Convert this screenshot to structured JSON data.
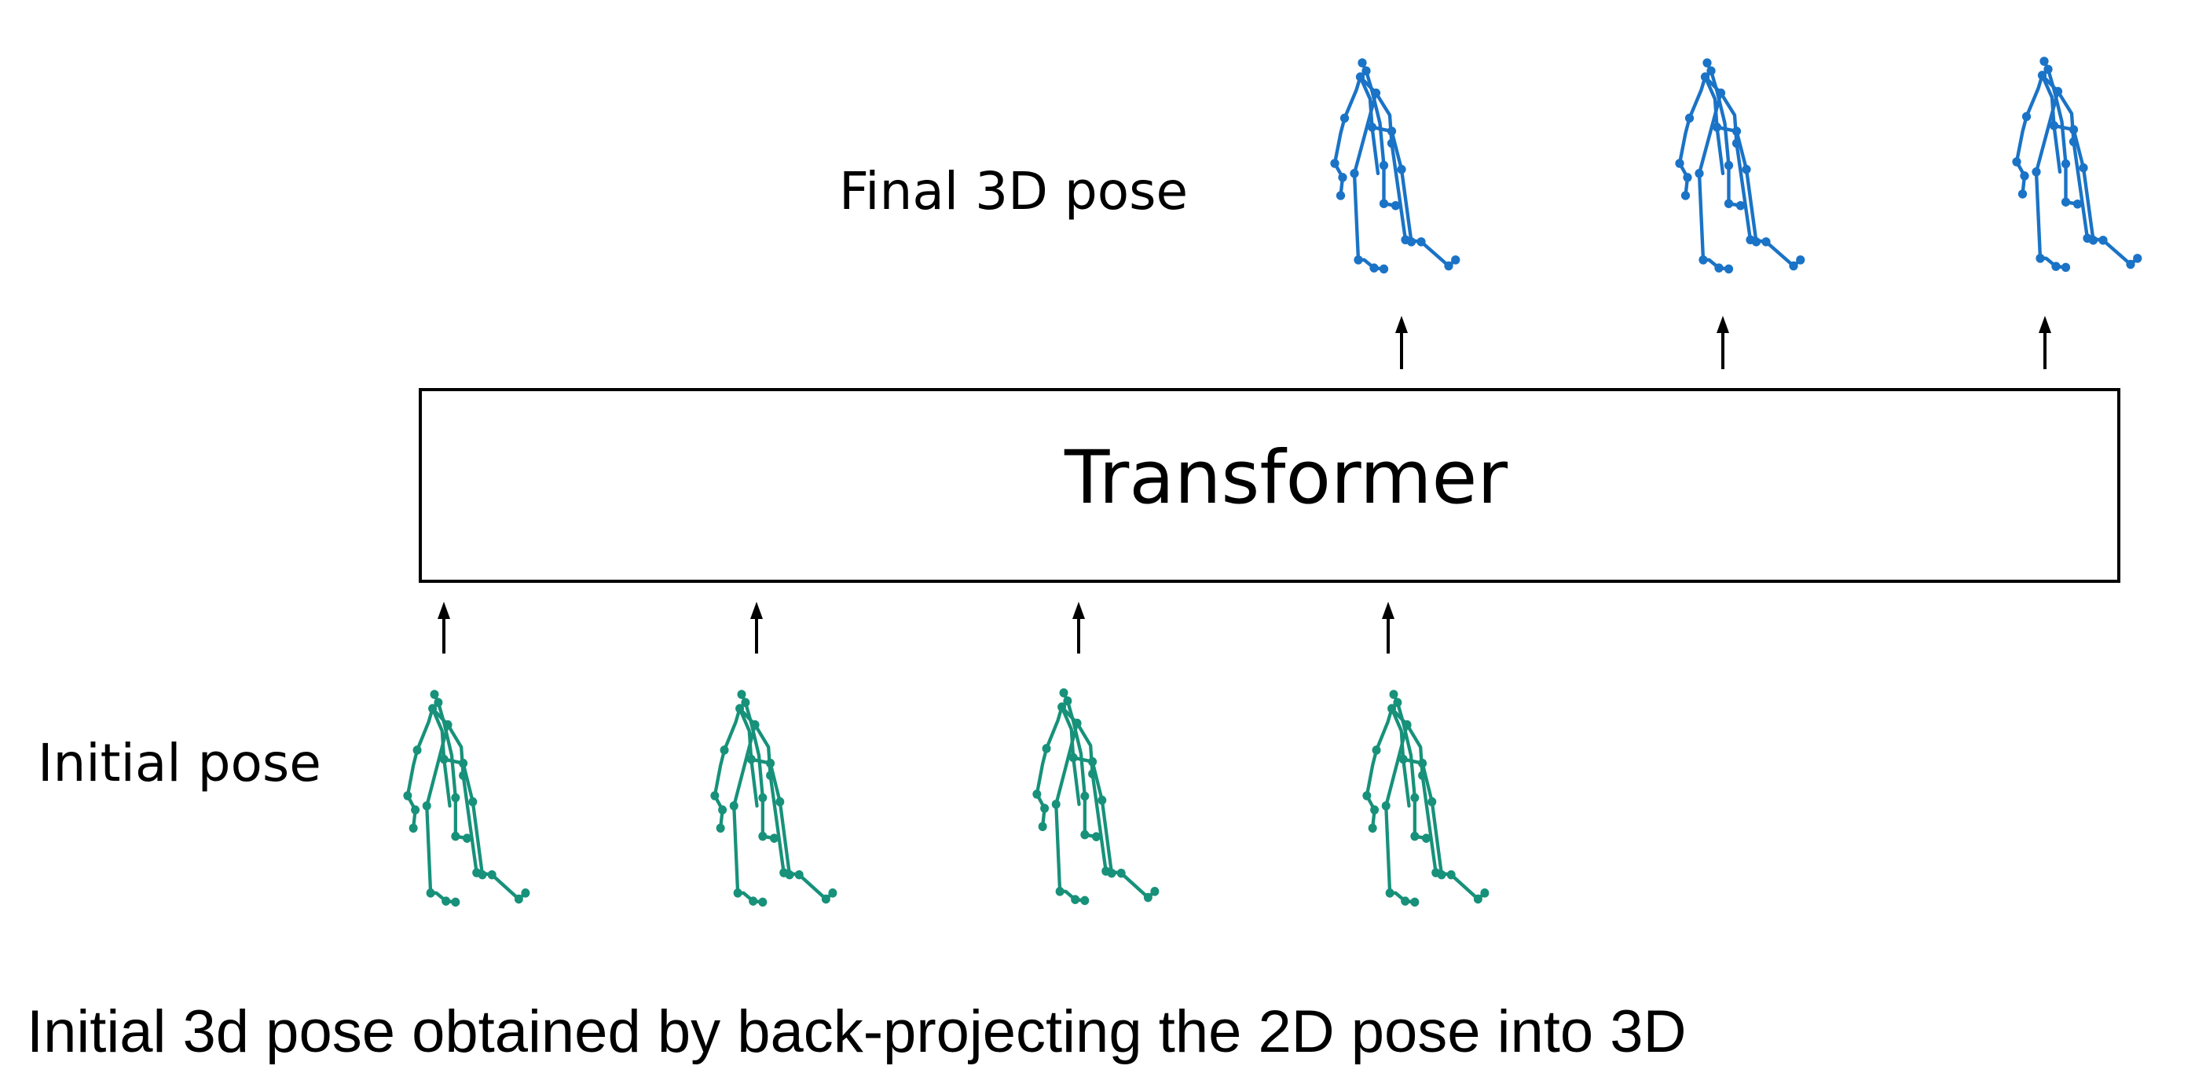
{
  "labels": {
    "final_pose": "Final 3D pose",
    "initial_pose": "Initial pose",
    "transformer": "Transformer",
    "caption": "Initial 3d pose obtained by back-projecting the 2D pose into 3D"
  },
  "colors": {
    "final_pose": "#1a73c6",
    "initial_pose": "#17917a",
    "text": "#000000",
    "box_stroke": "#000000"
  },
  "counts": {
    "initial_poses": 4,
    "final_poses": 3
  }
}
